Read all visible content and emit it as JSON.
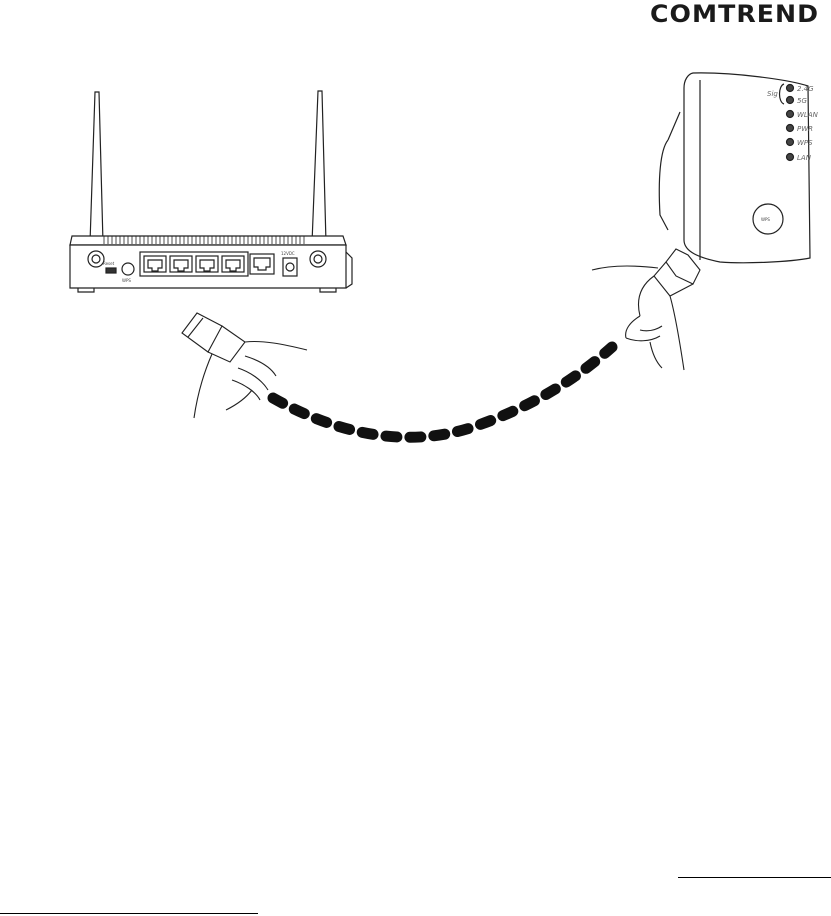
{
  "header": {
    "brand": "COMTREND"
  },
  "extender": {
    "signal_label": "Sig",
    "leds": [
      "2.4G",
      "5G",
      "WLAN",
      "PWR",
      "WPS",
      "LAN"
    ],
    "wps_button_label": "WPS"
  },
  "router": {
    "reset_label": "Reset",
    "wps_label": "WPS",
    "power_label": "12VDC"
  },
  "colors": {
    "ink": "#1a1a1a",
    "cable": "#111111"
  }
}
